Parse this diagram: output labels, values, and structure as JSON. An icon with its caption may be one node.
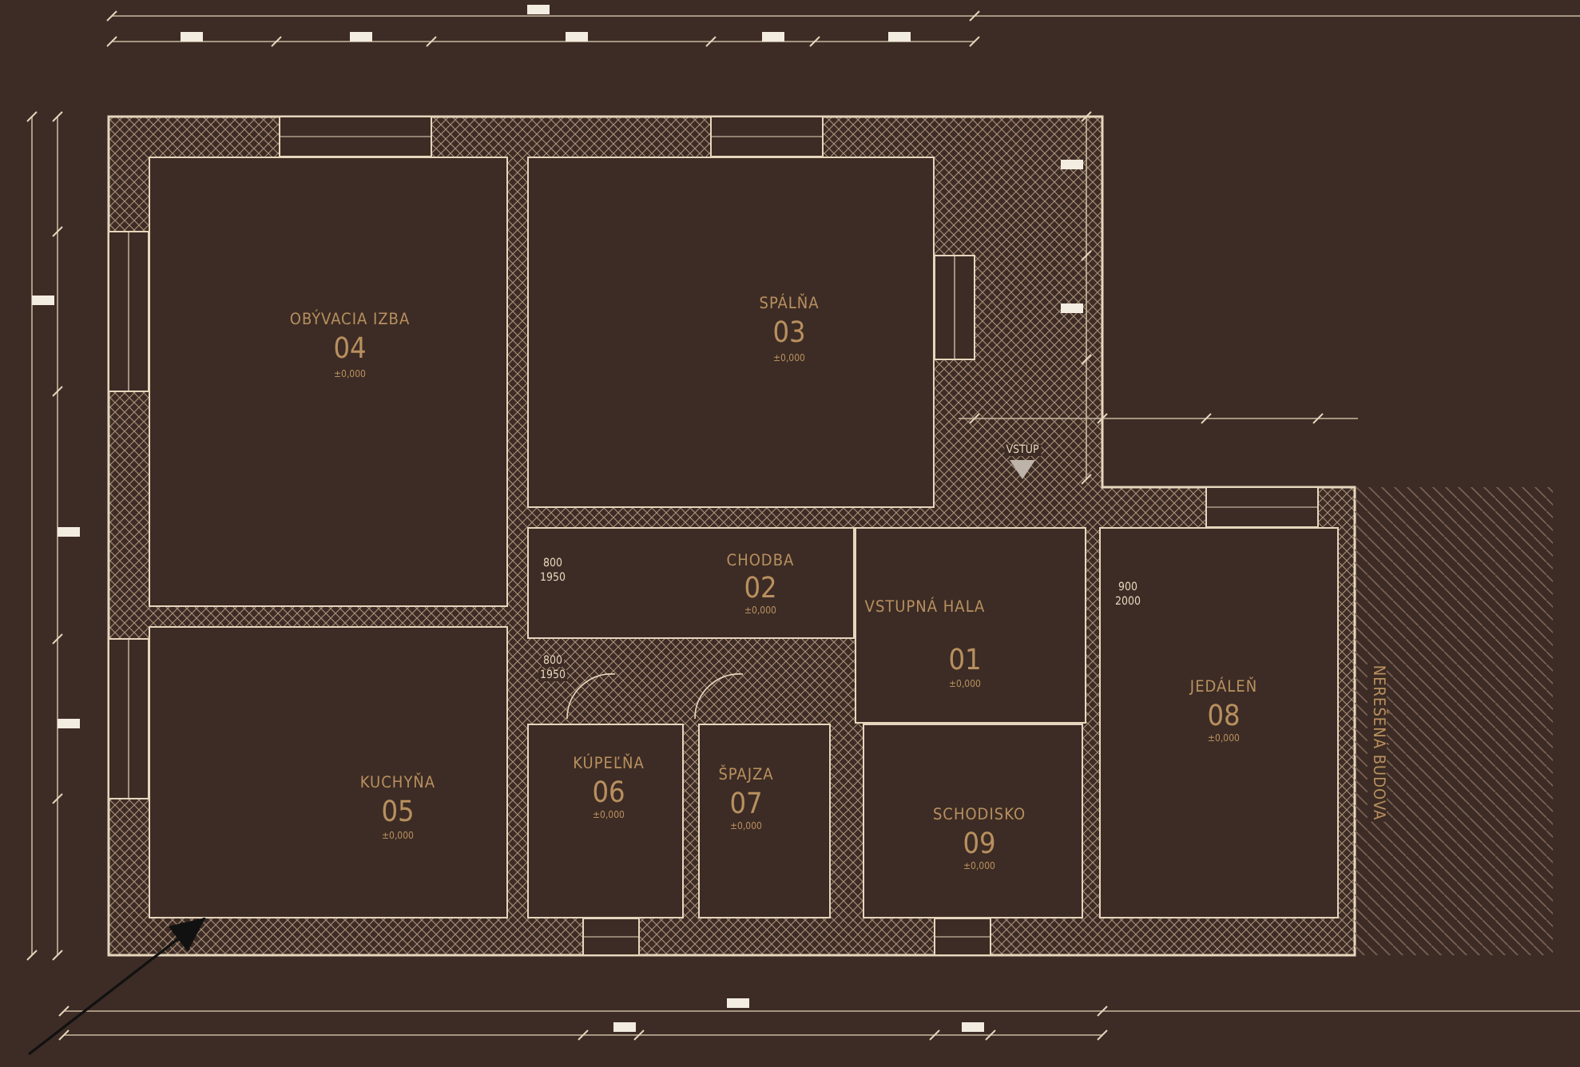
{
  "diagram": {
    "nodes": [
      {
        "text": [
          "OBÝVACIA IZBA",
          "04",
          "±0,000"
        ]
      },
      {
        "text": [
          "SPÁLŇA",
          "03",
          "±0,000"
        ]
      },
      {
        "text": [
          "CHODBA",
          "02",
          "±0,000"
        ]
      },
      {
        "text": [
          "VSTUPNÁ HALA",
          "01",
          "±0,000"
        ]
      },
      {
        "text": [
          "KUCHYŇA",
          "05",
          "±0,000"
        ]
      },
      {
        "text": [
          "KÚPEĽŇA",
          "06",
          "±0,000"
        ]
      },
      {
        "text": [
          "ŠPAJZA",
          "07",
          "±0,000"
        ]
      },
      {
        "text": [
          "SCHODISKO",
          "09",
          "±0,000"
        ]
      },
      {
        "text": [
          "JEDÁLEŇ",
          "08",
          "±0,000"
        ]
      },
      {
        "text": [
          "NEREŠENÁ BUDOVA"
        ]
      }
    ],
    "edges": [
      {
        "from": null,
        "to": 4,
        "arrow": "to"
      }
    ],
    "labels": [
      "VSTUP",
      "800",
      "1950",
      "800",
      "1950",
      "900",
      "2000"
    ]
  }
}
